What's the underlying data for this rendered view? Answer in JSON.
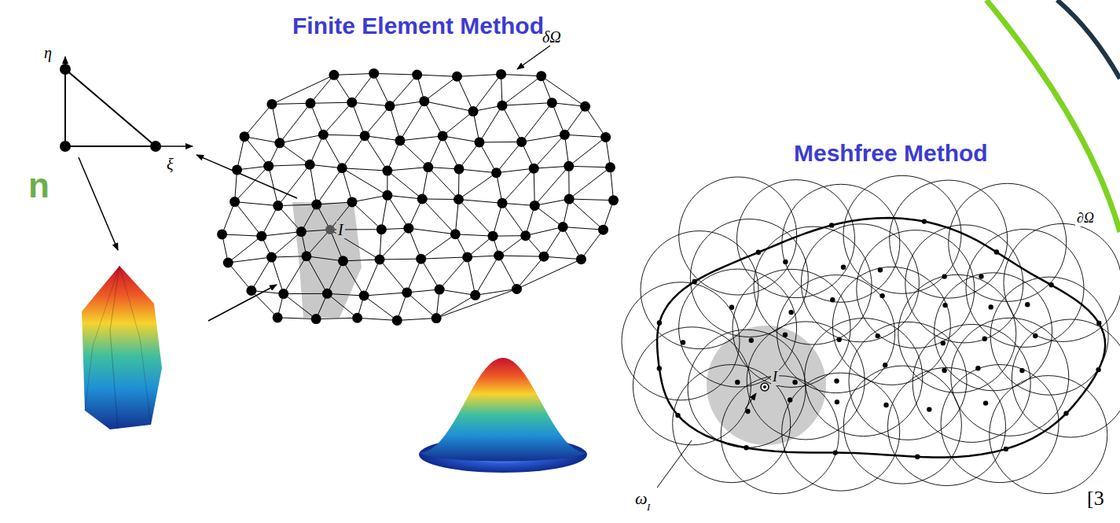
{
  "diagram": {
    "labels": [
      "n",
      "η",
      "ξ",
      "Finite Element Method",
      "δΩ",
      "I",
      "Meshfree Method",
      "∂Ω",
      "I",
      "ω",
      "I",
      "[3"
    ]
  }
}
